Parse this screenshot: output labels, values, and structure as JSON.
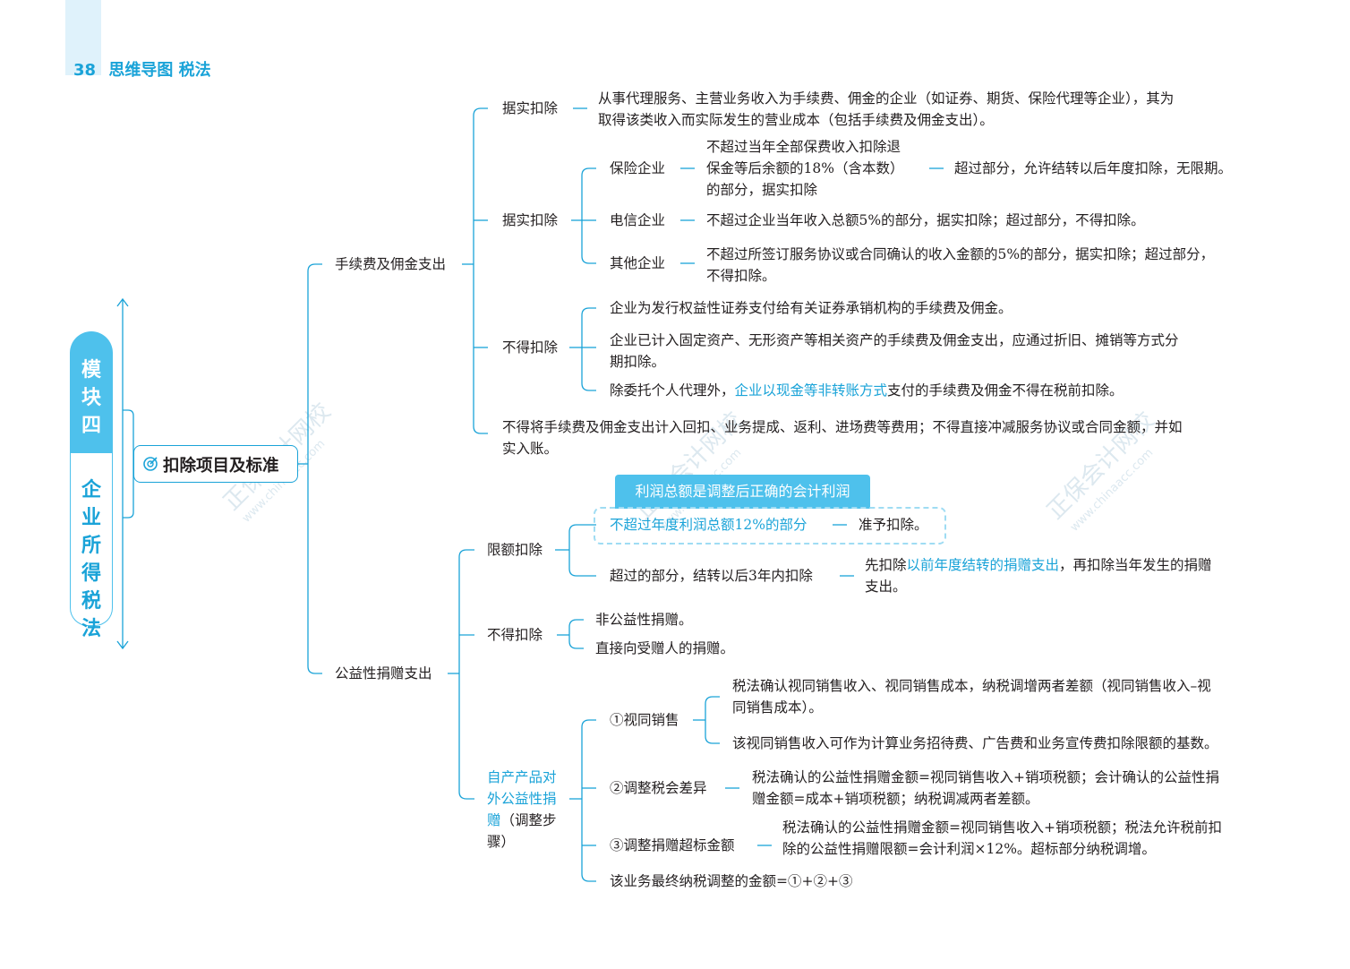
{
  "header": {
    "page_number": "38",
    "book_title": "思维导图 税法"
  },
  "module": {
    "label": "模块四",
    "subject": "企业所得税法"
  },
  "main_node": {
    "label": "扣除项目及标准"
  },
  "watermark": {
    "brand": "正保会计网校",
    "url": "www.chinaacc.com"
  },
  "branch_fee": {
    "label": "手续费及佣金支出",
    "actual_1": {
      "label": "据实扣除",
      "text": [
        "从事代理服务、主营业务收入为手续费、佣金的企业（如证券、期货、保险代理等企业），其为",
        "取得该类收入而实际发生的营业成本（包括手续费及佣金支出）。"
      ]
    },
    "actual_2": {
      "label": "据实扣除",
      "insurance": {
        "label": "保险企业",
        "text": [
          "不超过当年全部保费收入扣除退",
          "保金等后余额的18%（含本数）",
          "的部分，据实扣除"
        ],
        "excess": "超过部分，允许结转以后年度扣除，无限期。"
      },
      "telecom": {
        "label": "电信企业",
        "text": "不超过企业当年收入总额5%的部分，据实扣除；超过部分，不得扣除。"
      },
      "other": {
        "label": "其他企业",
        "text": [
          "不超过所签订服务协议或合同确认的收入金额的5%的部分，据实扣除；超过部分，",
          "不得扣除。"
        ]
      }
    },
    "not_deductible": {
      "label": "不得扣除",
      "item1": "企业为发行权益性证券支付给有关证券承销机构的手续费及佣金。",
      "item2": [
        "企业已计入固定资产、无形资产等相关资产的手续费及佣金支出，应通过折旧、摊销等方式分",
        "期扣除。"
      ],
      "item3_pre": "除委托个人代理外，",
      "item3_blue": "企业以现金等非转账方式",
      "item3_post": "支付的手续费及佣金不得在税前扣除。"
    },
    "note": [
      "不得将手续费及佣金支出计入回扣、业务提成、返利、进场费等费用；不得直接冲减服务协议或合同金额，并如",
      "实入账。"
    ]
  },
  "branch_donation": {
    "label": "公益性捐赠支出",
    "highlight": "利润总额是调整后正确的会计利润",
    "limit": {
      "label": "限额扣除",
      "within": "不超过年度利润总额12%的部分",
      "within_result": "准予扣除。",
      "excess": "超过的部分，结转以后3年内扣除",
      "excess_pre": "先扣除",
      "excess_blue": "以前年度结转的捐赠支出",
      "excess_post": "，再扣除当年发生的捐赠",
      "excess_line2": "支出。"
    },
    "not_deductible": {
      "label": "不得扣除",
      "item1": "非公益性捐赠。",
      "item2": "直接向受赠人的捐赠。"
    },
    "self_product": {
      "label_blue": [
        "自产产品对",
        "外公益性捐",
        "赠"
      ],
      "label_black_1": "（调整步",
      "label_black_2": "骤）",
      "step1": {
        "label": "①视同销售",
        "text1": [
          "税法确认视同销售收入、视同销售成本，纳税调增两者差额（视同销售收入–视",
          "同销售成本）。"
        ],
        "text2": "该视同销售收入可作为计算业务招待费、广告费和业务宣传费扣除限额的基数。"
      },
      "step2": {
        "label": "②调整税会差异",
        "text": [
          "税法确认的公益性捐赠金额=视同销售收入+销项税额；会计确认的公益性捐",
          "赠金额=成本+销项税额；纳税调减两者差额。"
        ]
      },
      "step3": {
        "label": "③调整捐赠超标金额",
        "text": [
          "税法确认的公益性捐赠金额=视同销售收入+销项税额；税法允许税前扣",
          "除的公益性捐赠限额=会计利润×12%。超标部分纳税调增。"
        ]
      },
      "final": "该业务最终纳税调整的金额=①+②+③"
    }
  },
  "colors": {
    "accent": "#1aa3d8",
    "light_accent": "#4ec1ec",
    "tab_bg": "#dff2fb",
    "text": "#231f20"
  }
}
